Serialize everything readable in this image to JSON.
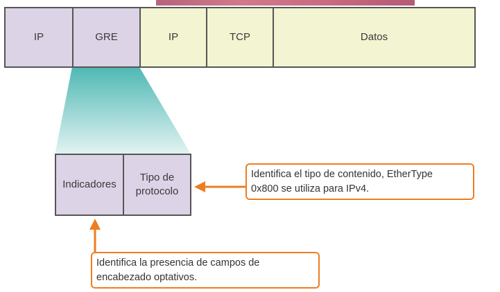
{
  "packet": {
    "ip_outer": "IP",
    "gre": "GRE",
    "ip_inner": "IP",
    "tcp": "TCP",
    "data": "Datos"
  },
  "gre_header": {
    "flags": "Indicadores",
    "protocol_type_line1": "Tipo de",
    "protocol_type_line2": "protocolo"
  },
  "callouts": {
    "protocol_type_line1": "Identifica el tipo de contenido, EtherType",
    "protocol_type_line2": "0x800 se utiliza para IPv4.",
    "flags_line1": "Identifica la presencia de campos de",
    "flags_line2": "encabezado optativos."
  },
  "colors": {
    "encapsulation_header": "#dcd3e6",
    "original_packet": "#f2f4d2",
    "callout_border": "#ee7d22",
    "arrow": "#ee7d22",
    "zoom_wedge": "#5fbfbb"
  }
}
